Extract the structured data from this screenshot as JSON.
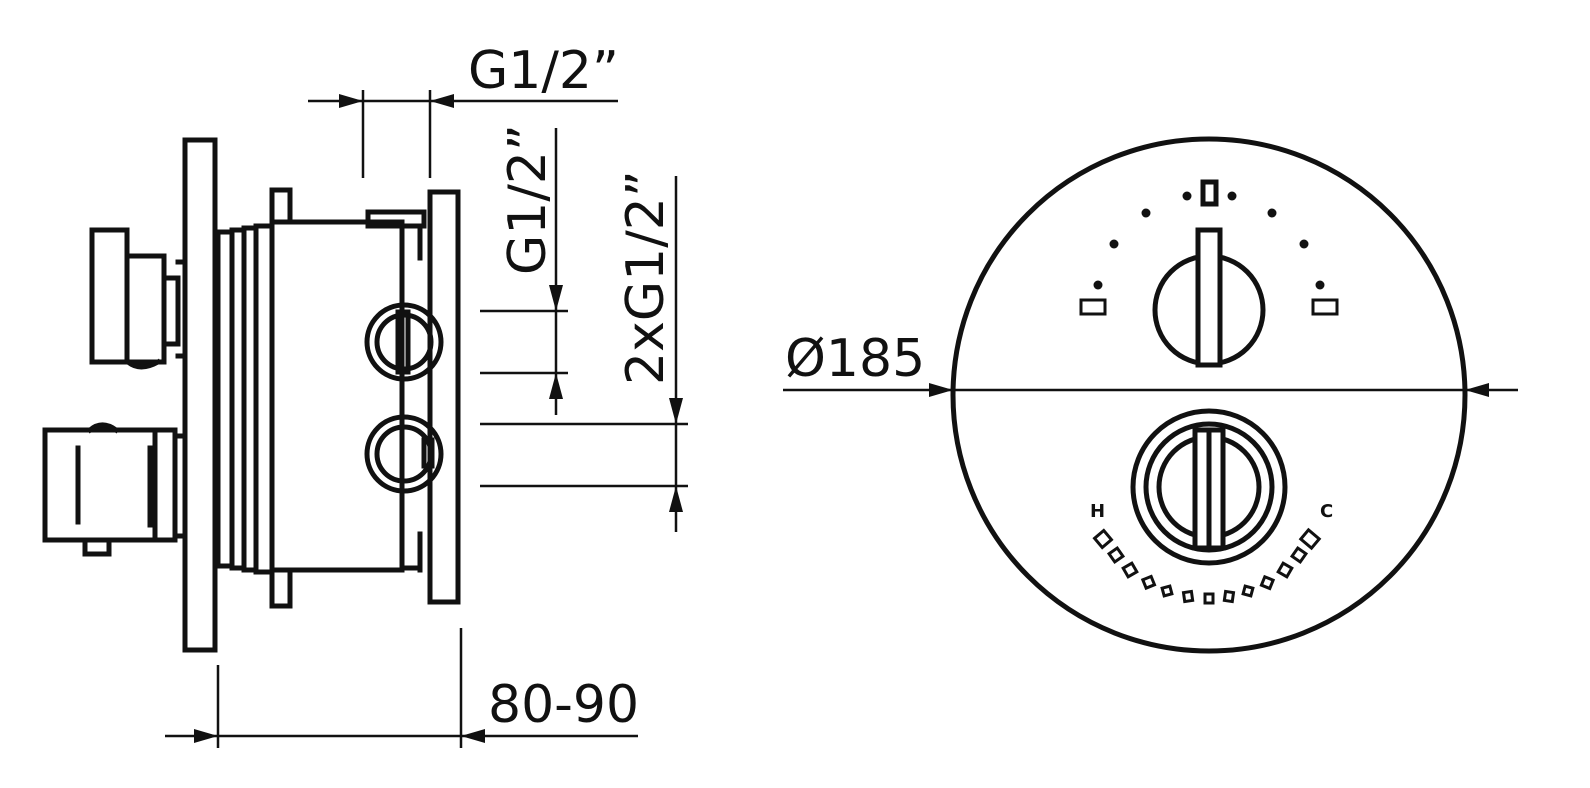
{
  "side_view": {
    "dim_top": "G1/2”",
    "dim_vertical_1": "G1/2”",
    "dim_vertical_2": "2xG1/2”",
    "dim_bottom": "80-90"
  },
  "front_view": {
    "dim_diameter": "Ø185",
    "label_hot": "H",
    "label_cold": "C"
  },
  "colors": {
    "line": "#111111",
    "background": "#ffffff"
  }
}
